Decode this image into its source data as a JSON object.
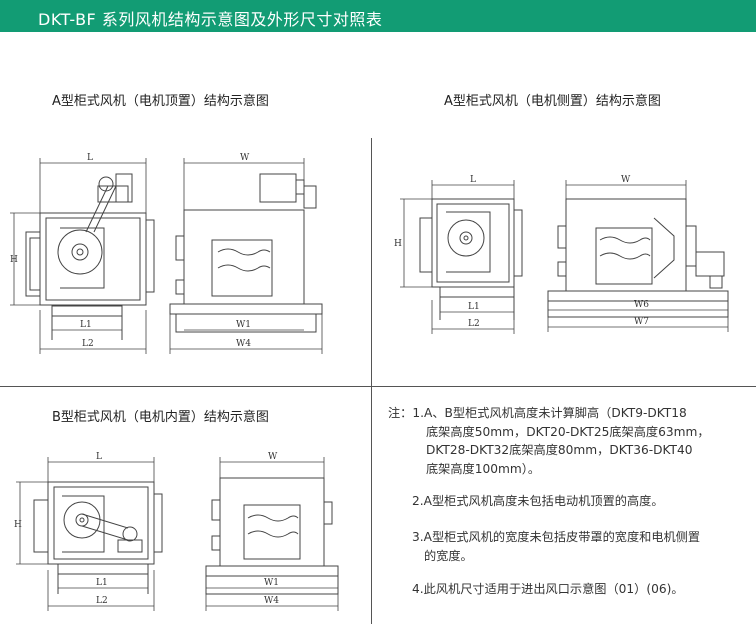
{
  "header": {
    "title": "DKT-BF 系列风机结构示意图及外形尺寸对照表",
    "bg_color": "#129c74"
  },
  "sections": {
    "a_top": {
      "caption": "A型柜式风机（电机顶置）结构示意图",
      "dims": {
        "L": "L",
        "L1": "L1",
        "L2": "L2",
        "H": "H",
        "W": "W",
        "W1": "W1",
        "W4": "W4"
      }
    },
    "a_side": {
      "caption": "A型柜式风机（电机侧置）结构示意图",
      "dims": {
        "L": "L",
        "L1": "L1",
        "L2": "L2",
        "H": "H",
        "W": "W",
        "W6": "W6",
        "W7": "W7"
      }
    },
    "b_inner": {
      "caption": "B型柜式风机（电机内置）结构示意图",
      "dims": {
        "L": "L",
        "L1": "L1",
        "L2": "L2",
        "H": "H",
        "W": "W",
        "W1": "W1",
        "W4": "W4"
      }
    }
  },
  "notes": [
    {
      "lines": [
        "注：1.A、B型柜式风机高度未计算脚高（DKT9-DKT18",
        "底架高度50mm，DKT20-DKT25底架高度63mm，",
        "DKT28-DKT32底架高度80mm，DKT36-DKT40",
        "底架高度100mm）。"
      ]
    },
    {
      "lines": [
        "2.A型柜式风机高度未包括电动机顶置的高度。"
      ]
    },
    {
      "lines": [
        "3.A型柜式风机的宽度未包括皮带罩的宽度和电机侧置",
        "的宽度。"
      ]
    },
    {
      "lines": [
        "4.此风机尺寸适用于进出风口示意图（01）(06)。"
      ]
    }
  ]
}
